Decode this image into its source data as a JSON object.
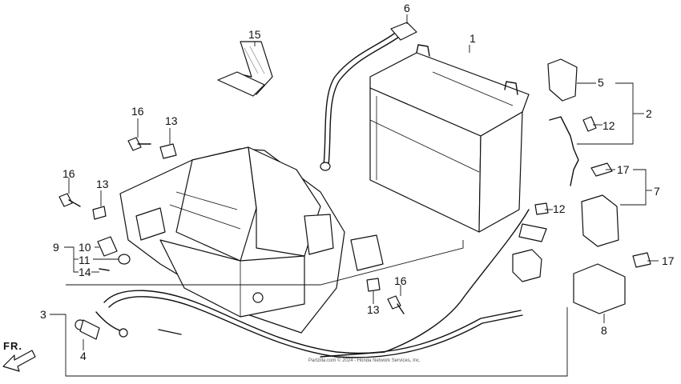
{
  "callouts": [
    "1",
    "2",
    "3",
    "4",
    "5",
    "6",
    "7",
    "8",
    "9",
    "10",
    "11",
    "12",
    "12",
    "13",
    "13",
    "13",
    "14",
    "15",
    "16",
    "16",
    "16",
    "17",
    "17"
  ],
  "direction_label": "FR.",
  "copyright": "Partzilla.com © 2024 - Honda Network Services, Inc."
}
